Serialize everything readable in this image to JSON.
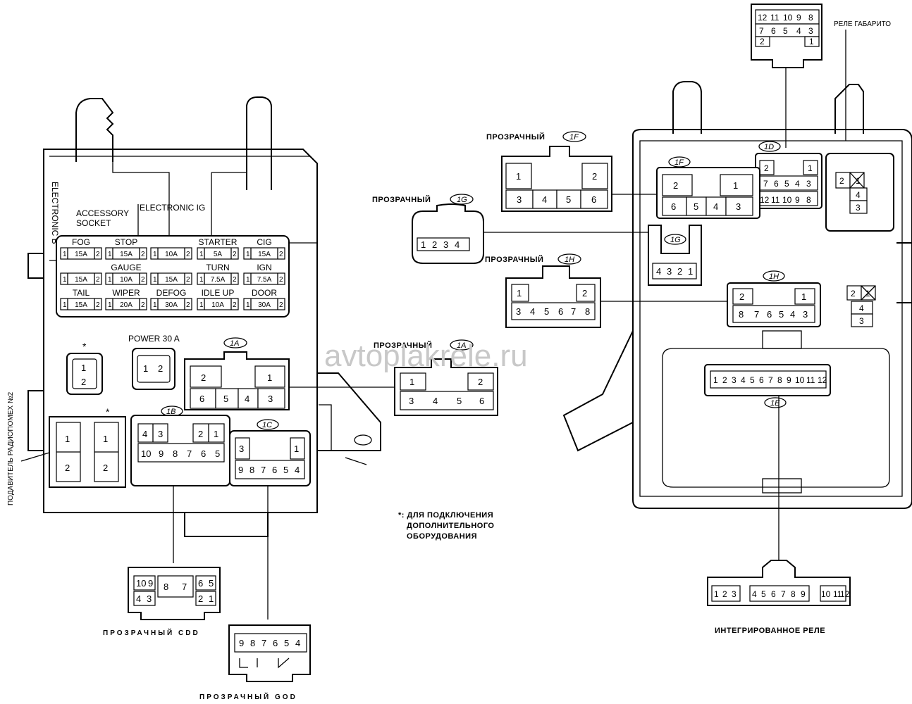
{
  "watermark": "avtoplakrele.ru",
  "left_block": {
    "side_labels": {
      "electronic_b": "ELECTRONIC B",
      "suppressor": "ПОДАВИТЕЛЬ РАДИОПОМЕХ №2"
    },
    "accessory_socket": "ACCESSORY\nSOCKET",
    "accessory_line1": "ACCESSORY",
    "accessory_line2": "SOCKET",
    "electronic_ig": "ELECTRONIC IG",
    "fuse_rows": [
      [
        {
          "name": "FOG",
          "amps": "15A"
        },
        {
          "name": "STOP",
          "amps": "15A"
        },
        {
          "name": "",
          "amps": "10A"
        },
        {
          "name": "STARTER",
          "amps": "5A"
        },
        {
          "name": "CIG",
          "amps": "15A"
        }
      ],
      [
        {
          "name": "",
          "amps": "15A"
        },
        {
          "name": "GAUGE",
          "amps": "10A"
        },
        {
          "name": "",
          "amps": "15A"
        },
        {
          "name": "TURN",
          "amps": "7.5A"
        },
        {
          "name": "IGN",
          "amps": "7.5A"
        }
      ],
      [
        {
          "name": "TAIL",
          "amps": "15A"
        },
        {
          "name": "WIPER",
          "amps": "20A"
        },
        {
          "name": "DEFOG",
          "amps": "30A"
        },
        {
          "name": "IDLE UP",
          "amps": "10A"
        },
        {
          "name": "DOOR",
          "amps": "30A"
        }
      ]
    ],
    "power_label": "POWER 30 A",
    "star": "*",
    "codes": {
      "a": "1A",
      "b": "1B",
      "c": "1C"
    }
  },
  "connectors": {
    "f_label": "ПРОЗРАЧНЫЙ",
    "f_code": "1F",
    "g_label": "ПРОЗРАЧНЫЙ",
    "g_code": "1G",
    "h_label": "ПРОЗРАЧНЫЙ",
    "h_code": "1H",
    "a_label": "ПРОЗРАЧНЫЙ",
    "a_code": "1A",
    "cdd_label": "ПРОЗРАЧНЫЙ CDD",
    "god_label": "ПРОЗРАЧНЫЙ GOD"
  },
  "right_block": {
    "relay_label": "РЕЛЕ ГАБАРИТО",
    "codes": {
      "d": "1D",
      "f": "1F",
      "g": "1G",
      "h": "1H",
      "e": "1E"
    },
    "integrated_relay": "ИНТЕГРИРОВАННОЕ РЕЛЕ"
  },
  "footnote": {
    "line1": "*: ДЛЯ ПОДКЛЮЧЕНИЯ",
    "line2": "ДОПОЛНИТЕЛЬНОГО",
    "line3": "ОБОРУДОВАНИЯ"
  }
}
